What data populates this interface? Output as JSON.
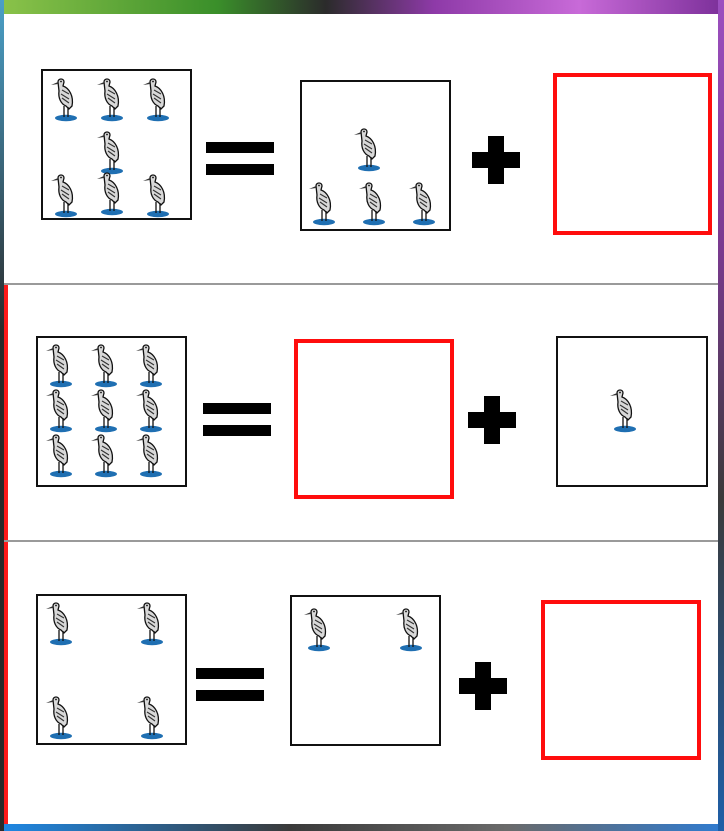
{
  "colors": {
    "answer_border": "#ff0d0d",
    "box_border": "#111111",
    "bird_puddle": "#1f6fb2",
    "divider": "#9a9a9a"
  },
  "icon": "heron-bird-icon",
  "problems": [
    {
      "total": 7,
      "given_addend": 4,
      "missing_position": "second_addend"
    },
    {
      "total": 9,
      "given_addend": 1,
      "missing_position": "first_addend"
    },
    {
      "total": 4,
      "given_addend": 2,
      "missing_position": "second_addend"
    }
  ]
}
